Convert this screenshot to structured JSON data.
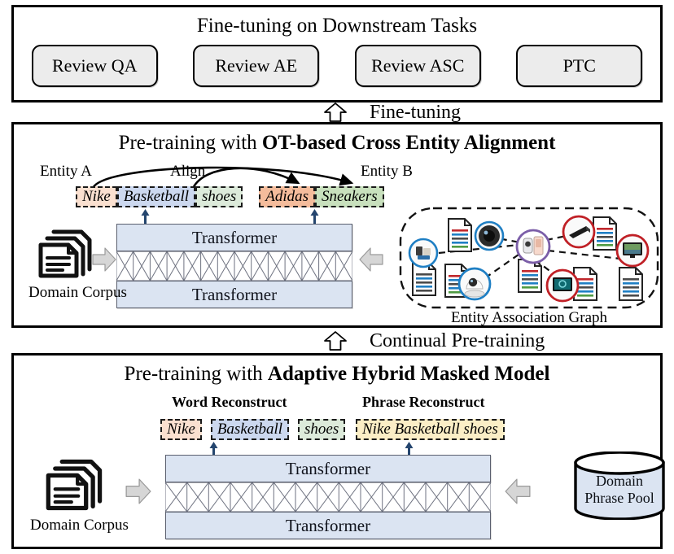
{
  "figure": {
    "caption_absent": true
  },
  "finetune_panel": {
    "title": "Fine-tuning on Downstream Tasks",
    "tasks": [
      {
        "label": "Review QA"
      },
      {
        "label": "Review AE"
      },
      {
        "label": "Review ASC"
      },
      {
        "label": "PTC"
      }
    ]
  },
  "transitions": [
    {
      "id": "fine-tuning",
      "label": "Fine-tuning",
      "icon": "up-arrow-hollow-icon"
    },
    {
      "id": "continual-pre-training",
      "label": "Continual Pre-training",
      "icon": "up-arrow-hollow-icon"
    }
  ],
  "ot_panel": {
    "title_plain": "Pre-training  with ",
    "title_bold": "OT-based Cross Entity Alignment",
    "entity_a_label": "Entity A",
    "align_label": "Align",
    "entity_b_label": "Entity B",
    "tokens": [
      {
        "text": "Nike",
        "color": "#fae0d0"
      },
      {
        "text": "Basketball",
        "color": "#ccd8ef"
      },
      {
        "text": "shoes",
        "color": "#dceada"
      },
      {
        "text": "Adidas",
        "color": "#f4bc9c"
      },
      {
        "text": "Sneakers",
        "color": "#c8e0bd"
      }
    ],
    "transformer_top": "Transformer",
    "transformer_bottom": "Transformer",
    "corpus_label": "Domain Corpus",
    "corpus_icon": "stacked-documents-icon",
    "graph_label": "Entity Association Graph",
    "graph_nodes": [
      {
        "id": "n1",
        "ring": "#1f7fc4",
        "kind": "product-devices"
      },
      {
        "id": "n2",
        "ring": "#1f7fc4",
        "kind": "camera-lens"
      },
      {
        "id": "n3",
        "ring": "#7b5ea8",
        "kind": "security-camera"
      },
      {
        "id": "n4",
        "ring": "#c02026",
        "kind": "soundbar"
      },
      {
        "id": "n5",
        "ring": "#c02026",
        "kind": "monitor-landscape"
      },
      {
        "id": "n6",
        "ring": "#1f7fc4",
        "kind": "indoor-camera"
      },
      {
        "id": "n7",
        "ring": "#c02026",
        "kind": "tv-screen"
      }
    ],
    "graph_documents_count": 9
  },
  "ahmm_panel": {
    "title_plain": "Pre-training  with ",
    "title_bold": "Adaptive Hybrid Masked Model",
    "word_reconstruct_label": "Word Reconstruct",
    "phrase_reconstruct_label": "Phrase Reconstruct",
    "word_tokens": [
      {
        "text": "Nike",
        "color": "#fae0d0"
      },
      {
        "text": "Basketball",
        "color": "#ccd8ef"
      },
      {
        "text": "shoes",
        "color": "#dceada"
      }
    ],
    "phrase_token": {
      "text": "Nike Basketball  shoes",
      "color": "#fbeec6"
    },
    "transformer_top": "Transformer",
    "transformer_bottom": "Transformer",
    "corpus_label": "Domain Corpus",
    "corpus_icon": "stacked-documents-icon",
    "phrase_pool_line1": "Domain",
    "phrase_pool_line2": "Phrase Pool",
    "phrase_pool_icon": "database-cylinder-icon"
  },
  "colors": {
    "transformer_fill": "#dbe4f2",
    "transformer_stroke": "#5a5f6e",
    "button_fill": "#ececec",
    "block_arrow_fill": "#d6d6d6",
    "panel_border": "#000000",
    "token_arrow": "#24456e"
  }
}
